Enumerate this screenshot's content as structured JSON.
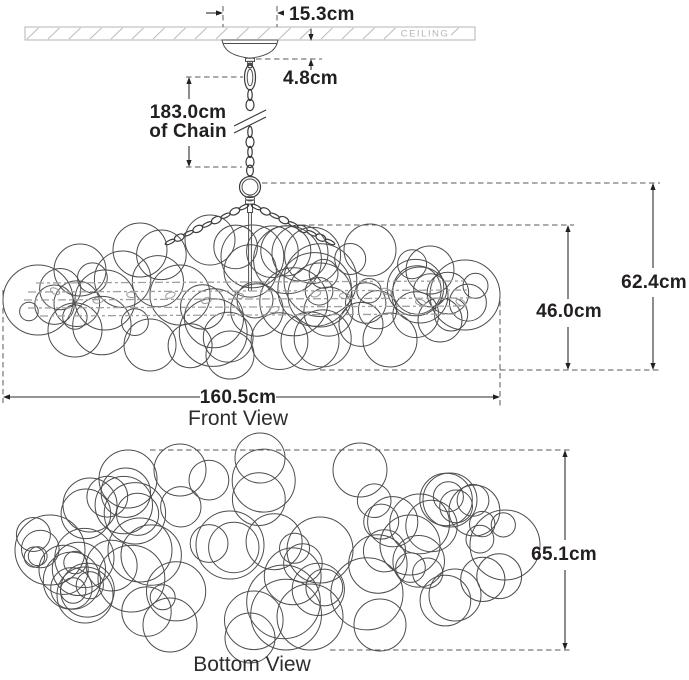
{
  "ceiling": {
    "label": "CEILING"
  },
  "dims": {
    "canopy_width": "15.3cm",
    "hang": "4.8cm",
    "chain_length": "183.0cm",
    "chain_suffix": "of Chain",
    "body_height": "46.0cm",
    "overall_height": "62.4cm",
    "width": "160.5cm",
    "depth": "65.1cm"
  },
  "views": {
    "front": "Front View",
    "bottom": "Bottom View"
  }
}
